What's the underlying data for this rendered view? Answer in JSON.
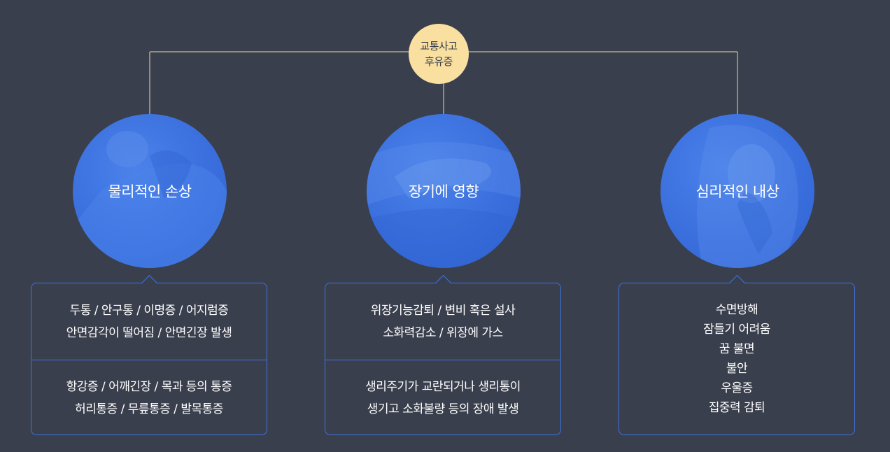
{
  "root": {
    "line1": "교통사고",
    "line2": "후유증"
  },
  "categories": [
    {
      "title": "물리적인 손상",
      "top": [
        "두통 / 안구통 / 이명증 / 어지럼증",
        "안면감각이 떨어짐 / 안면긴장 발생"
      ],
      "bottom": [
        "항강증 / 어깨긴장 / 목과 등의 통증",
        "허리통증 / 무릎통증 / 발목통증"
      ]
    },
    {
      "title": "장기에 영향",
      "top": [
        "위장기능감퇴 / 변비 혹은 설사",
        "소화력감소 / 위장에 가스"
      ],
      "bottom": [
        "생리주기가 교란되거나 생리통이",
        "생기고 소화불량 등의 장애 발생"
      ]
    },
    {
      "title": "심리적인 내상",
      "items": [
        "수면방해",
        "잠들기 어려움",
        "꿈 불면",
        "불안",
        "우울증",
        "집중력 감퇴"
      ]
    }
  ],
  "colors": {
    "background": "#3a3f4d",
    "accent": "#3c74e0",
    "root": "#f9e0a1"
  }
}
